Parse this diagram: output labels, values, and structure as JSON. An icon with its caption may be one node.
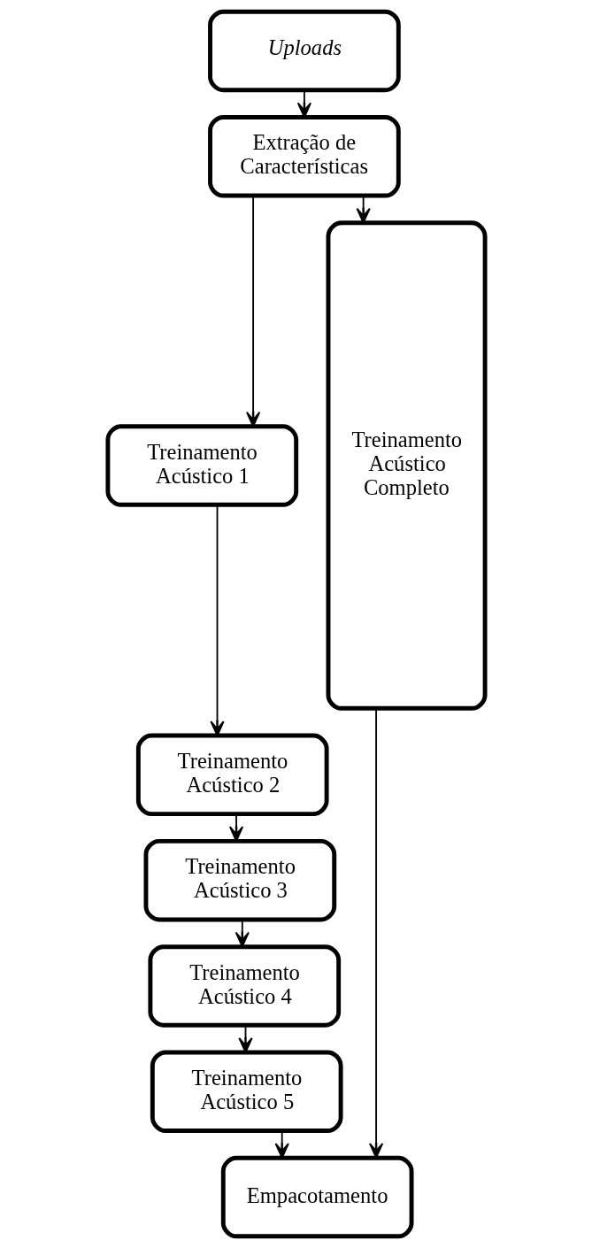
{
  "diagram": {
    "nodes": [
      {
        "text": [
          "Uploads"
        ]
      },
      {
        "text": [
          "Extração de Características"
        ]
      },
      {
        "text": [
          "Treinamento Acústico 1"
        ]
      },
      {
        "text": [
          "Treinamento Acústico 2"
        ]
      },
      {
        "text": [
          "Treinamento Acústico 3"
        ]
      },
      {
        "text": [
          "Treinamento Acústico 4"
        ]
      },
      {
        "text": [
          "Treinamento Acústico 5"
        ]
      },
      {
        "text": [
          "Treinamento Acústico Completo"
        ]
      },
      {
        "text": [
          "Empacotamento"
        ]
      }
    ],
    "edges": [
      {
        "from": 0,
        "to": 1,
        "arrow": "to"
      },
      {
        "from": 1,
        "to": 2,
        "arrow": "to"
      },
      {
        "from": 1,
        "to": 7,
        "arrow": "to"
      },
      {
        "from": 2,
        "to": 3,
        "arrow": "to"
      },
      {
        "from": 3,
        "to": 4,
        "arrow": "to"
      },
      {
        "from": 4,
        "to": 5,
        "arrow": "to"
      },
      {
        "from": 5,
        "to": 6,
        "arrow": "to"
      },
      {
        "from": 6,
        "to": 8,
        "arrow": "to"
      },
      {
        "from": 7,
        "to": 8,
        "arrow": "to"
      }
    ]
  }
}
